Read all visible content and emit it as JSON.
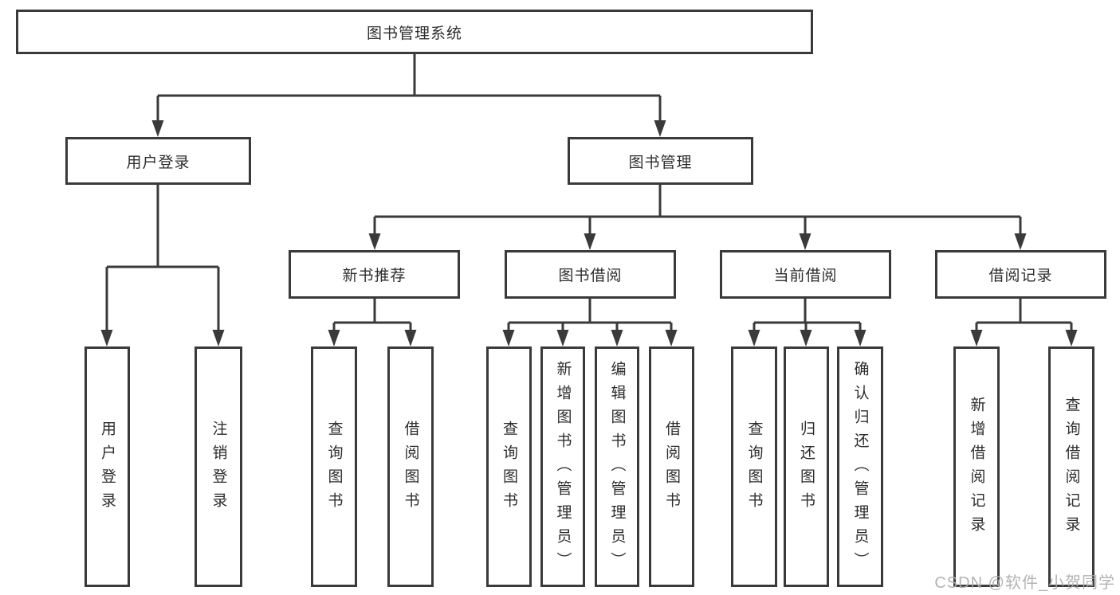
{
  "diagram_title": "图书管理系统",
  "tree": {
    "label": "图书管理系统",
    "children": [
      {
        "label": "用户登录",
        "children": [
          {
            "label": "用户登录"
          },
          {
            "label": "注销登录"
          }
        ]
      },
      {
        "label": "图书管理",
        "children": [
          {
            "label": "新书推荐",
            "children": [
              {
                "label": "查询图书"
              },
              {
                "label": "借阅图书"
              }
            ]
          },
          {
            "label": "图书借阅",
            "children": [
              {
                "label": "查询图书"
              },
              {
                "label": "新增图书（管理员）"
              },
              {
                "label": "编辑图书（管理员）"
              },
              {
                "label": "借阅图书"
              }
            ]
          },
          {
            "label": "当前借阅",
            "children": [
              {
                "label": "查询图书"
              },
              {
                "label": "归还图书"
              },
              {
                "label": "确认归还（管理员）"
              }
            ]
          },
          {
            "label": "借阅记录",
            "children": [
              {
                "label": "新增借阅记录"
              },
              {
                "label": "查询借阅记录"
              }
            ]
          }
        ]
      }
    ]
  },
  "watermark": "CSDN @软件_小贺同学",
  "colors": {
    "line": "#3a3a3a",
    "text": "#2d2d2d",
    "background": "#ffffff",
    "watermark": "#acacac"
  }
}
